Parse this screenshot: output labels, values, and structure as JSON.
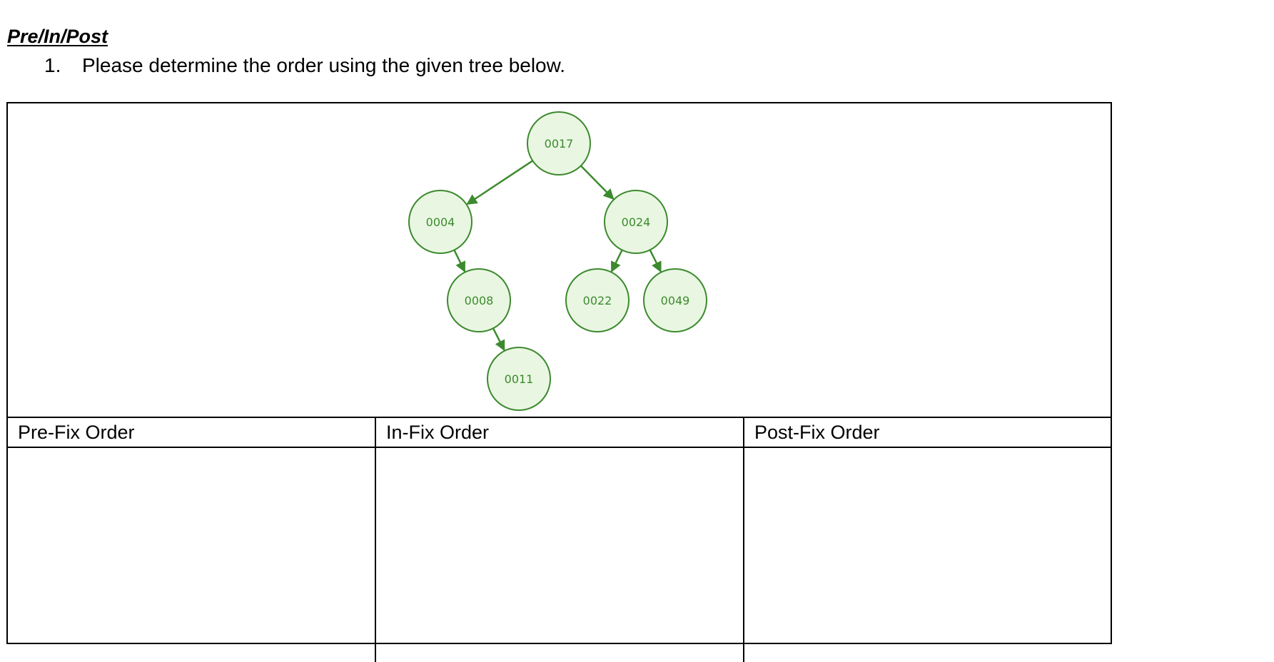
{
  "section": {
    "heading": "Pre/In/Post"
  },
  "question": {
    "number": "1.",
    "text": "Please determine the order using the given tree below."
  },
  "tree": {
    "nodes": [
      {
        "id": "n17",
        "label": "0017"
      },
      {
        "id": "n4",
        "label": "0004"
      },
      {
        "id": "n24",
        "label": "0024"
      },
      {
        "id": "n8",
        "label": "0008"
      },
      {
        "id": "n22",
        "label": "0022"
      },
      {
        "id": "n49",
        "label": "0049"
      },
      {
        "id": "n11",
        "label": "0011"
      }
    ],
    "edges": [
      {
        "from": "0017",
        "to": "0004"
      },
      {
        "from": "0017",
        "to": "0024"
      },
      {
        "from": "0004",
        "to": "0008"
      },
      {
        "from": "0024",
        "to": "0022"
      },
      {
        "from": "0024",
        "to": "0049"
      },
      {
        "from": "0008",
        "to": "0011"
      }
    ],
    "colors": {
      "fill": "#e9f7e2",
      "stroke": "#3c8a2e",
      "text": "#3c8a2e"
    }
  },
  "table": {
    "headers": [
      "Pre-Fix Order",
      "In-Fix Order",
      "Post-Fix Order"
    ],
    "answers": [
      "",
      "",
      ""
    ]
  }
}
